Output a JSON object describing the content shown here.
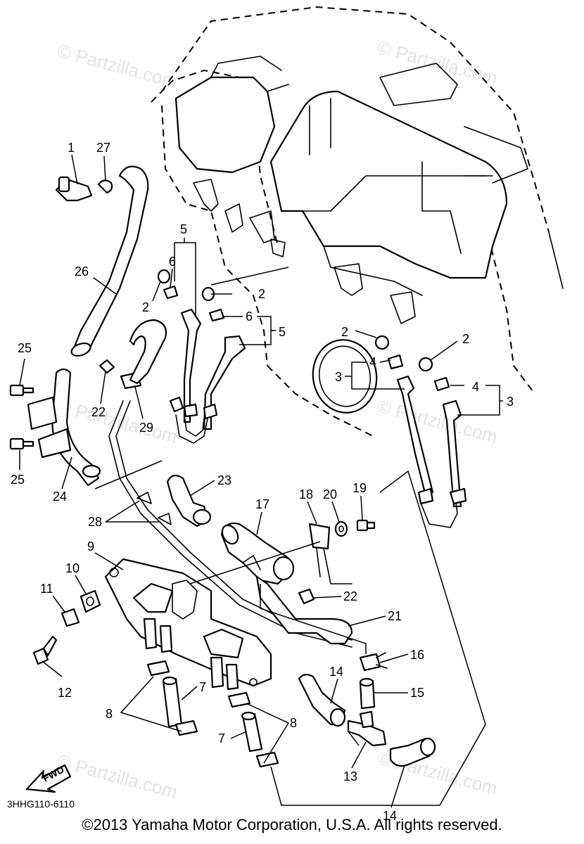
{
  "diagram_code": "3HHG110-6110",
  "copyright": "©2013 Yamaha Motor Corporation, U.S.A. All rights reserved.",
  "watermark": "© Partzilla.com",
  "fwd_label": "FWD",
  "callouts": {
    "c1": "1",
    "c27": "27",
    "c26": "26",
    "c5a": "5",
    "c6a": "6",
    "c2a": "2",
    "c2b": "2",
    "c6b": "6",
    "c5b": "5",
    "c2c": "2",
    "c2d": "2",
    "c4a": "4",
    "c3a": "3",
    "c4b": "4",
    "c3b": "3",
    "c25a": "25",
    "c25b": "25",
    "c22a": "22",
    "c29": "29",
    "c24": "24",
    "c23": "23",
    "c28": "28",
    "c17": "17",
    "c18": "18",
    "c20": "20",
    "c19": "19",
    "c9": "9",
    "c10": "10",
    "c11": "11",
    "c12": "12",
    "c22b": "22",
    "c21": "21",
    "c16": "16",
    "c15": "15",
    "c14a": "14",
    "c14b": "14",
    "c13": "13",
    "c7a": "7",
    "c7b": "7",
    "c8a": "8",
    "c8b": "8"
  }
}
